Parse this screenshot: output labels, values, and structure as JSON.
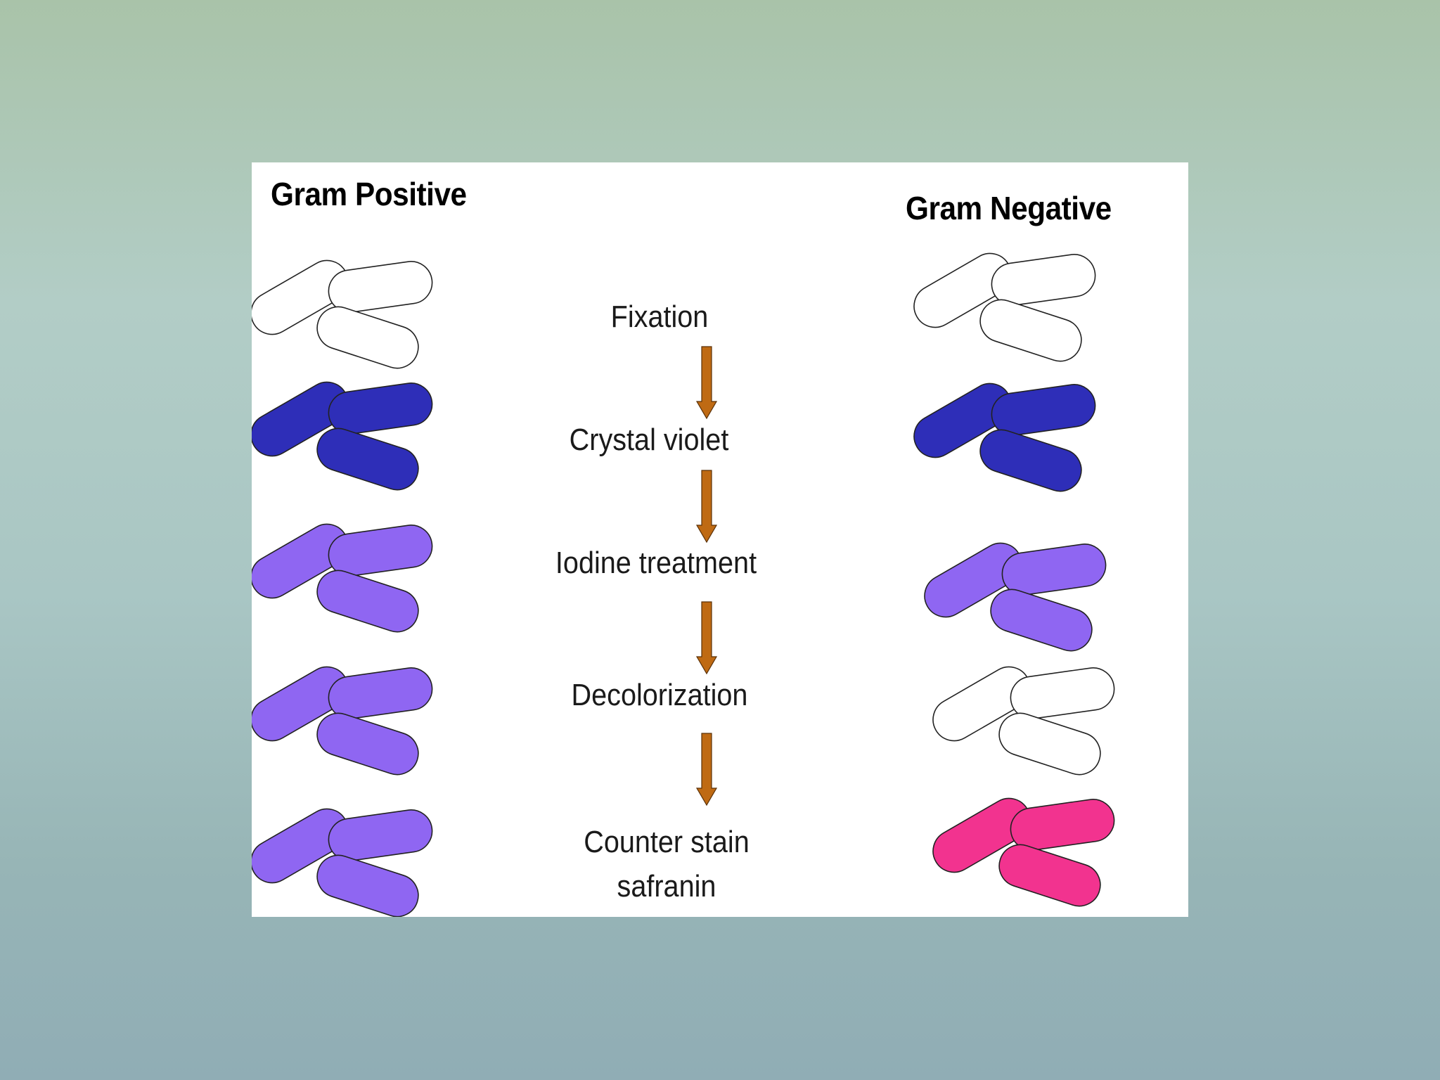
{
  "headings": {
    "left": "Gram Positive",
    "right": "Gram Negative"
  },
  "steps": [
    "Fixation",
    "Crystal violet",
    "Iodine treatment",
    "Decolorization",
    "Counter stain",
    "safranin"
  ],
  "colors": {
    "unstained": "#ffffff",
    "crystal_violet": "#2e2eb8",
    "iodine_complex": "#8f66f2",
    "safranin": "#f2338f",
    "arrow": "#bf6a13",
    "outline": "#222222"
  },
  "stages": {
    "gram_positive": [
      "unstained",
      "crystal_violet",
      "iodine_complex",
      "iodine_complex",
      "iodine_complex"
    ],
    "gram_negative": [
      "unstained",
      "crystal_violet",
      "iodine_complex",
      "unstained",
      "safranin"
    ]
  }
}
